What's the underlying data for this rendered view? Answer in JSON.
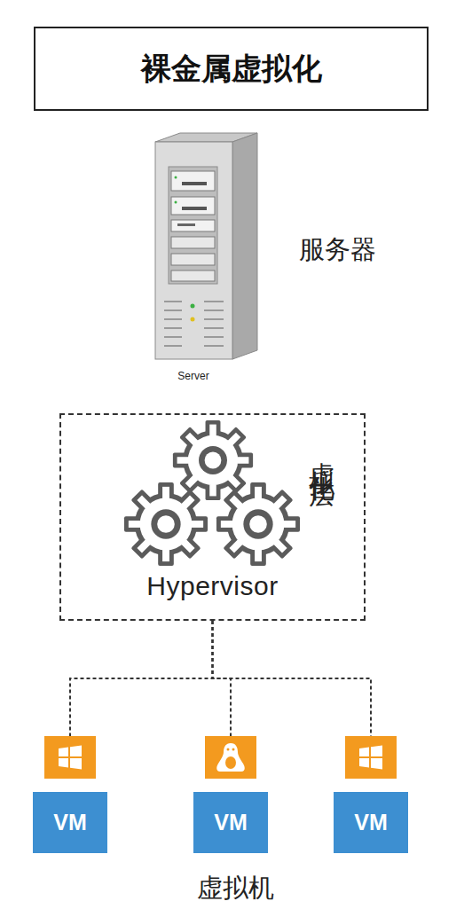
{
  "diagram": {
    "title": "裸金属虚拟化",
    "nodes": [
      {
        "text": [
          "Hypervisor",
          "虚拟化层"
        ]
      },
      {
        "text": [
          "VM"
        ]
      },
      {
        "text": [
          "VM"
        ]
      },
      {
        "text": [
          "VM"
        ]
      }
    ],
    "edges": [
      {
        "from": 0,
        "to": 1,
        "arrow": "none"
      },
      {
        "from": 0,
        "to": 2,
        "arrow": "none"
      },
      {
        "from": 0,
        "to": 3,
        "arrow": "none"
      }
    ],
    "labels": [
      "Server",
      "服务器",
      "虚拟机"
    ]
  }
}
